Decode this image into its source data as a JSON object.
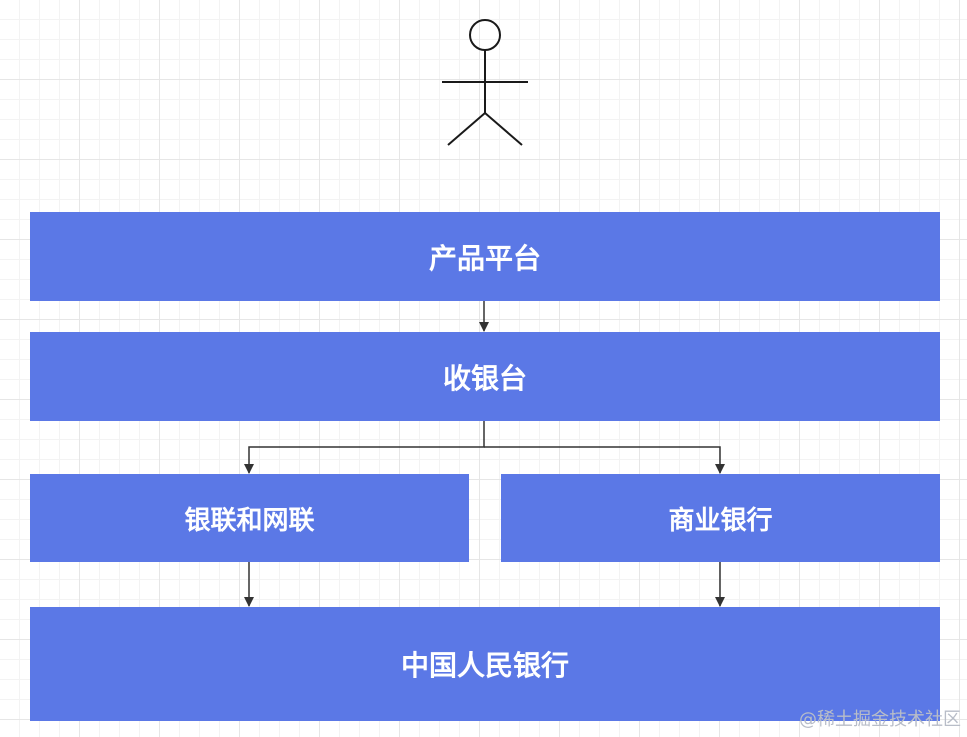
{
  "diagram": {
    "nodes": {
      "product_platform": "产品平台",
      "cashier": "收银台",
      "unionpay_netunion": "银联和网联",
      "commercial_bank": "商业银行",
      "pboc": "中国人民银行"
    },
    "actor_icon": "stick-figure-actor",
    "colors": {
      "box_fill": "#5b78e6",
      "box_text": "#ffffff",
      "connector": "#333333"
    }
  },
  "watermark": "@稀土掘金技术社区"
}
